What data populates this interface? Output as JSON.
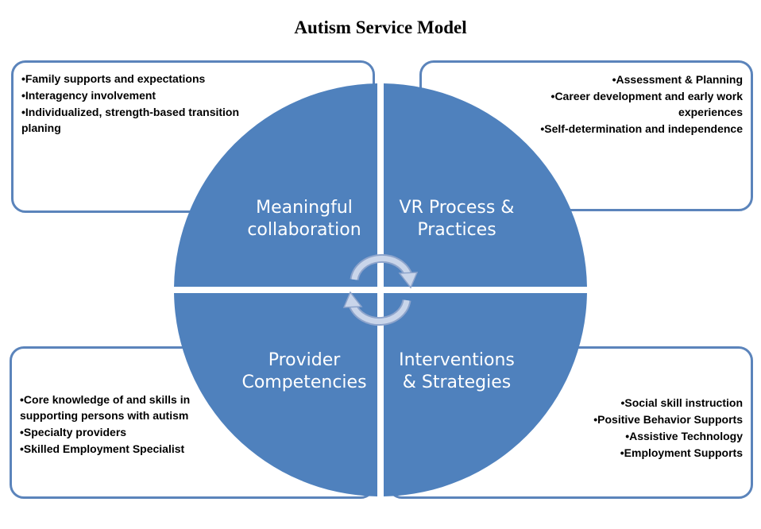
{
  "title": "Autism Service Model",
  "quadrants": {
    "top_left": {
      "line1": "Meaningful",
      "line2": "collaboration"
    },
    "top_right": {
      "line1": "VR Process &",
      "line2": "Practices"
    },
    "bottom_left": {
      "line1": "Provider",
      "line2": "Competencies"
    },
    "bottom_right": {
      "line1": "Interventions",
      "line2": "& Strategies"
    }
  },
  "boxes": {
    "top_left": [
      "•Family supports and expectations",
      "•Interagency involvement",
      "•Individualized, strength-based transition planing"
    ],
    "top_right": [
      "•Assessment & Planning",
      "•Career development and early work experiences",
      "•Self-determination and independence"
    ],
    "bottom_left": [
      "•Core knowledge of and skills in supporting persons with autism",
      "•Specialty providers",
      "•Skilled Employment Specialist"
    ],
    "bottom_right": [
      "•Social skill instruction",
      "•Positive Behavior Supports",
      "•Assistive Technology",
      "•Employment Supports"
    ]
  },
  "colors": {
    "quadrant_fill": "#4f81bd",
    "box_border": "#5b84bb",
    "arrow_fill": "#b9c9e4"
  },
  "icons": {
    "cycle_arrows": "circular-arrows-icon"
  }
}
